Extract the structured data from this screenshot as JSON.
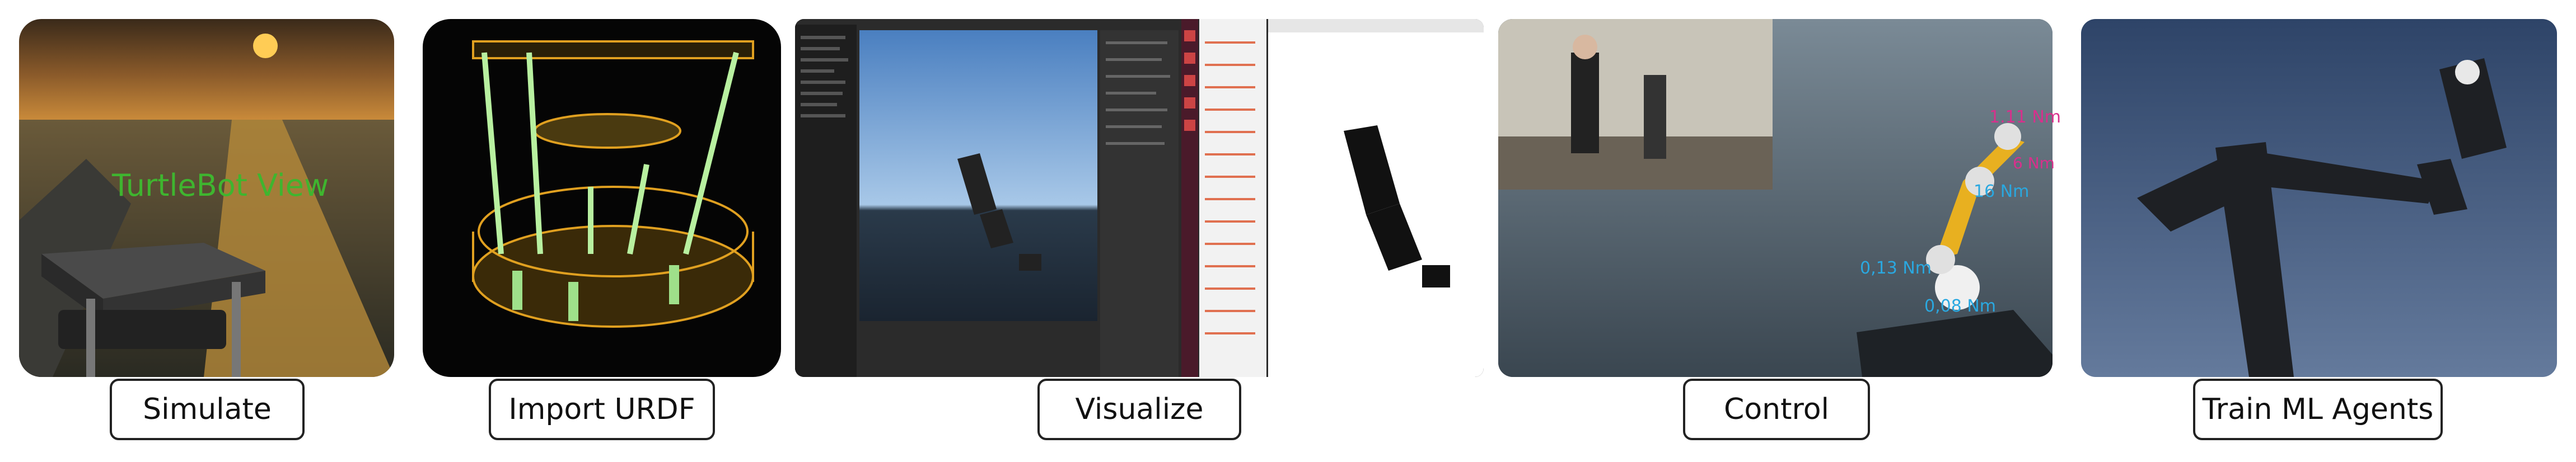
{
  "panels": [
    {
      "id": "simulate",
      "label": "Simulate",
      "overlay": "TurtleBot View"
    },
    {
      "id": "import",
      "label": "Import URDF"
    },
    {
      "id": "visualize",
      "label": "Visualize"
    },
    {
      "id": "control",
      "label": "Control",
      "torques": [
        "1.11 Nm",
        "6 Nm",
        "16 Nm",
        "0,13 Nm",
        "0,08 Nm"
      ]
    },
    {
      "id": "train",
      "label": "Train ML Agents"
    }
  ],
  "colors": {
    "border": "#222222",
    "overlay_green": "#3fb52f",
    "torque_cyan": "#2aa8e0",
    "torque_magenta": "#d8308c"
  }
}
